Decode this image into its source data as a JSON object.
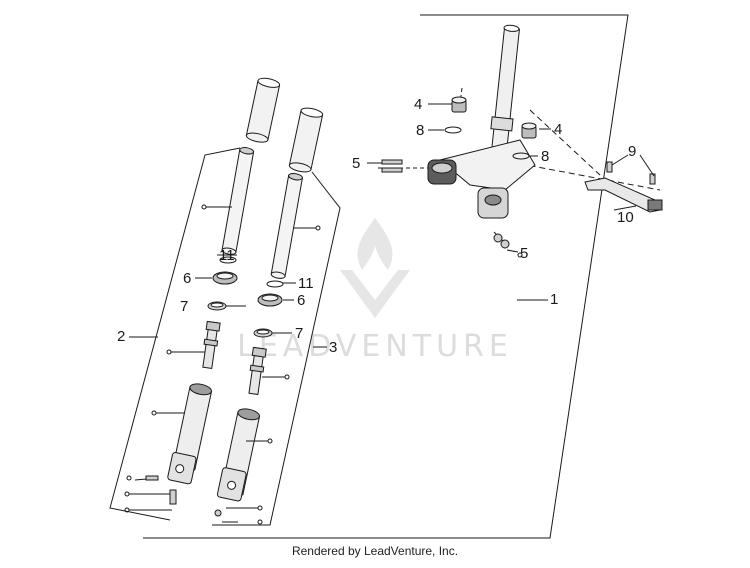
{
  "watermark": {
    "brand": "LEADVENTURE"
  },
  "footer": {
    "credit": "Rendered by LeadVenture, Inc."
  },
  "callouts": {
    "c1": "1",
    "c2": "2",
    "c3": "3",
    "c4a": "4",
    "c4b": "4",
    "c5a": "5",
    "c5b": "5",
    "c6a": "6",
    "c6b": "6",
    "c7a": "7",
    "c7b": "7",
    "c8a": "8",
    "c8b": "8",
    "c9": "9",
    "c10": "10",
    "c11a": "11",
    "c11b": "11"
  },
  "colors": {
    "line": "#1a1a1a",
    "part_fill": "#ececec",
    "part_dark": "#9a9a9a",
    "watermark": "#dcdcdc"
  }
}
